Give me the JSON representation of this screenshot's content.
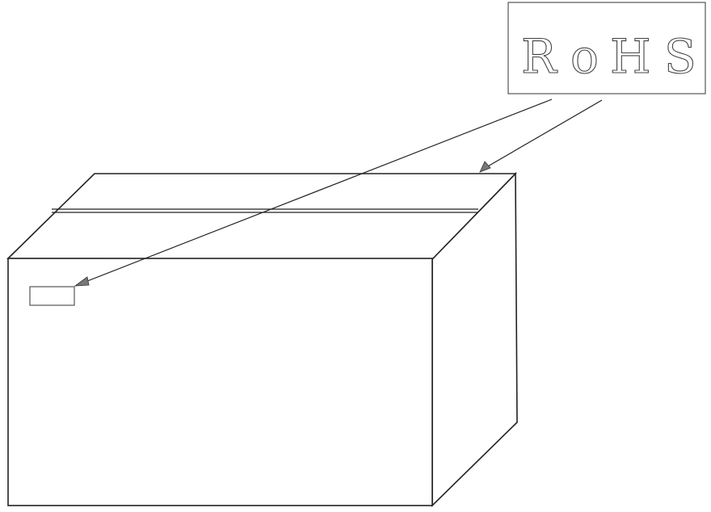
{
  "label": {
    "text": "RoHS",
    "letters": [
      "R",
      "o",
      "H",
      "S"
    ]
  },
  "colors": {
    "line": "#222222",
    "label_border": "#555555",
    "label_text_stroke": "#444444",
    "arrowhead": "#777777",
    "background": "#ffffff"
  }
}
